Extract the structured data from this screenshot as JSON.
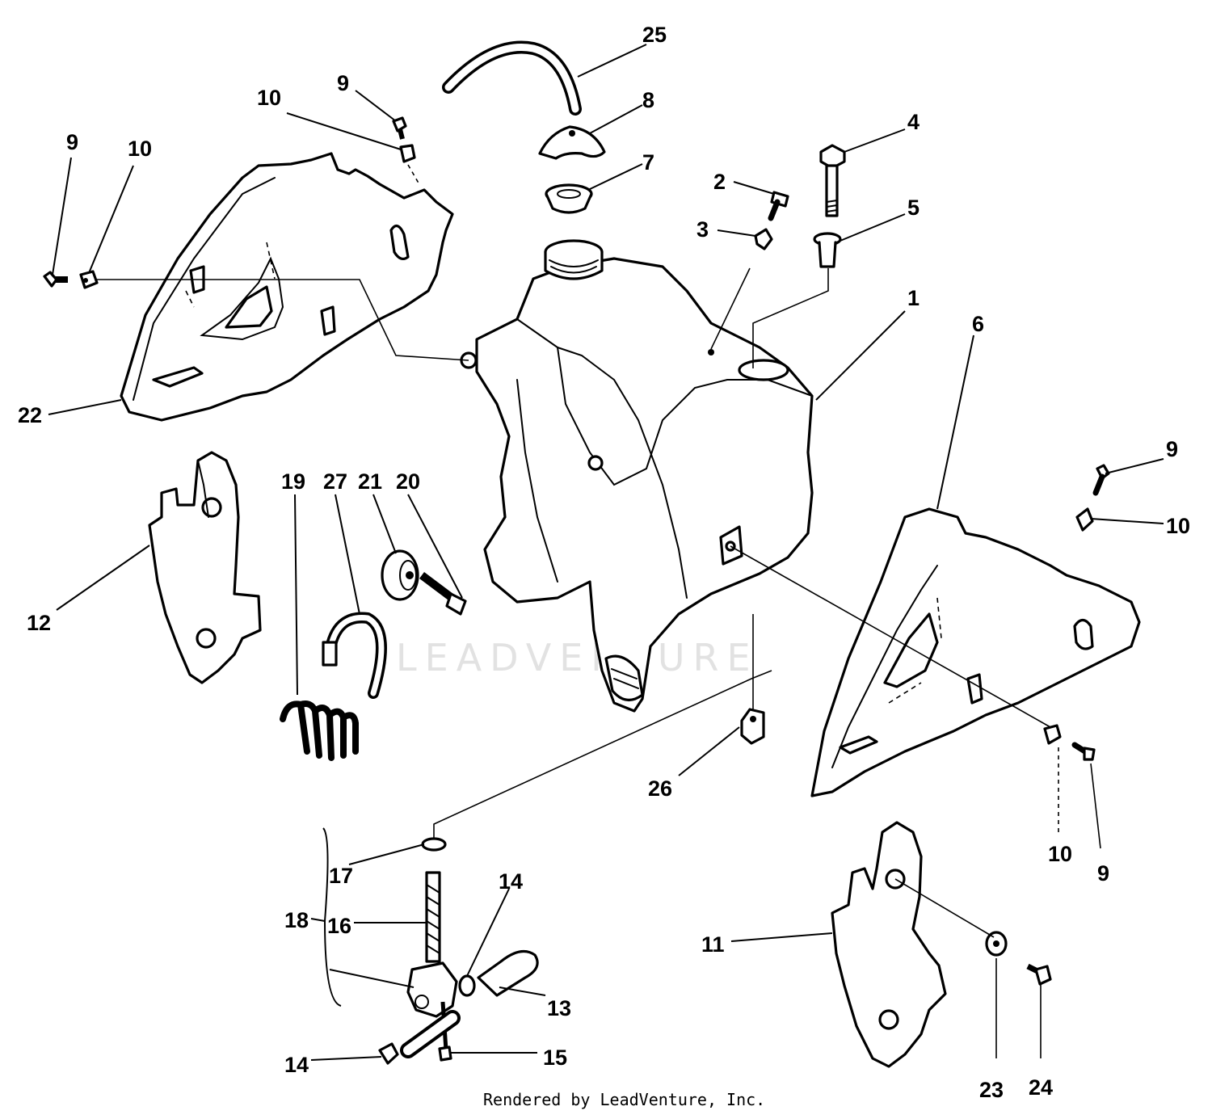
{
  "callouts": {
    "c1": "1",
    "c2": "2",
    "c3": "3",
    "c4": "4",
    "c5": "5",
    "c6": "6",
    "c7": "7",
    "c8": "8",
    "c9a": "9",
    "c9b": "9",
    "c9c": "9",
    "c9d": "9",
    "c10a": "10",
    "c10b": "10",
    "c10c": "10",
    "c10d": "10",
    "c11": "11",
    "c12": "12",
    "c13": "13",
    "c14a": "14",
    "c14b": "14",
    "c15": "15",
    "c16": "16",
    "c17": "17",
    "c18": "18",
    "c19": "19",
    "c20": "20",
    "c21": "21",
    "c22": "22",
    "c23": "23",
    "c24": "24",
    "c25": "25",
    "c26": "26",
    "c27": "27"
  },
  "watermark": "LEADVENTURE",
  "credit": "Rendered by LeadVenture, Inc."
}
